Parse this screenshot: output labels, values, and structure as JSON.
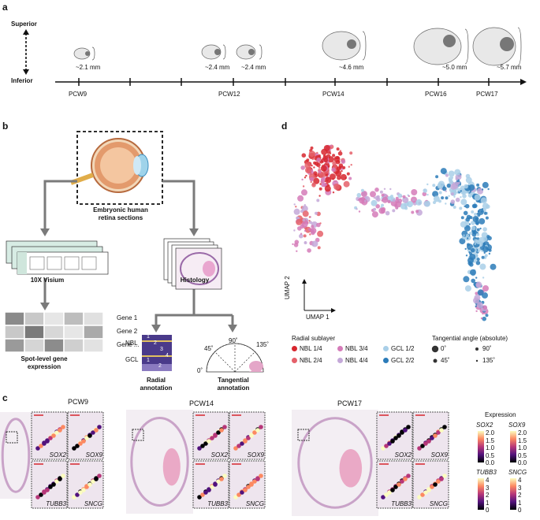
{
  "panels": {
    "a": "a",
    "b": "b",
    "c": "c",
    "d": "d"
  },
  "timeline": {
    "superior": "Superior",
    "inferior": "Inferior",
    "timepoints": [
      {
        "label": "PCW9",
        "sizes": [
          "~2.1 mm"
        ]
      },
      {
        "label": "PCW12",
        "sizes": [
          "~2.4 mm",
          "~2.4 mm"
        ]
      },
      {
        "label": "PCW14",
        "sizes": [
          "~4.6 mm"
        ]
      },
      {
        "label": "PCW16",
        "sizes": [
          "~5.0 mm"
        ]
      },
      {
        "label": "PCW17",
        "sizes": [
          "~5.7 mm"
        ]
      }
    ]
  },
  "workflow": {
    "sections_label": "Embryonic human retina sections",
    "visium_label": "10X Visium",
    "histology_label": "Histology",
    "spot_label": "Spot-level gene expression",
    "genes": [
      "Gene 1",
      "Gene 2",
      "Gene ..."
    ],
    "radial_label": "Radial annotation",
    "tangential_label": "Tangential annotation",
    "nbl": "NBL",
    "gcl": "GCL",
    "angles": [
      "45˚",
      "90˚",
      "135˚",
      "0˚"
    ],
    "radial_nums": [
      "1",
      "2",
      "3",
      "4",
      "1",
      "2"
    ]
  },
  "umap": {
    "ylabel": "UMAP 2",
    "xlabel": "UMAP 1",
    "radial_title": "Radial sublayer",
    "tangential_title": "Tangential angle (absolute)",
    "sublayers": [
      {
        "name": "NBL 1/4",
        "color": "#d7262e"
      },
      {
        "name": "NBL 2/4",
        "color": "#e5606a"
      },
      {
        "name": "NBL 3/4",
        "color": "#d57bb9"
      },
      {
        "name": "NBL 4/4",
        "color": "#c4a8d8"
      },
      {
        "name": "GCL 1/2",
        "color": "#a9cfe8"
      },
      {
        "name": "GCL 2/2",
        "color": "#2b7bb9"
      }
    ],
    "angles": [
      "0˚",
      "90˚",
      "45˚",
      "135˚"
    ]
  },
  "expression": {
    "samples": [
      "PCW9",
      "PCW14",
      "PCW17"
    ],
    "genes": [
      "SOX2",
      "SOX9",
      "TUBB3",
      "SNCG"
    ],
    "title": "Expression",
    "scales": [
      {
        "gene": "SOX2",
        "ticks": [
          "2.0",
          "1.5",
          "1.0",
          "0.5",
          "0.0"
        ]
      },
      {
        "gene": "SOX9",
        "ticks": [
          "2.0",
          "1.5",
          "1.0",
          "0.5",
          "0.0"
        ]
      },
      {
        "gene": "TUBB3",
        "ticks": [
          "4",
          "3",
          "2",
          "1",
          "0"
        ]
      },
      {
        "gene": "SNCG",
        "ticks": [
          "4",
          "3",
          "2",
          "1",
          "0"
        ]
      }
    ]
  },
  "colors": {
    "umap_red": "#d7262e",
    "umap_blue": "#2b7bb9",
    "he_pink": "#c9a3c8"
  }
}
